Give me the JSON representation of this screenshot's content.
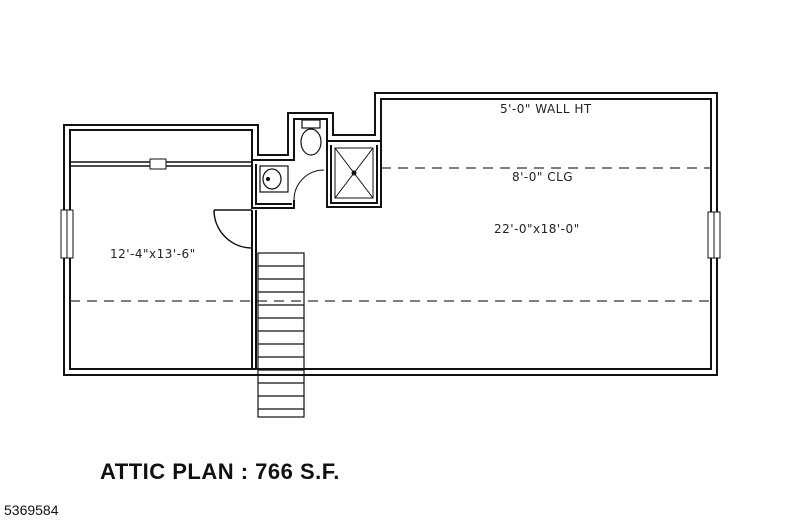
{
  "plan": {
    "caption": "ATTIC PLAN : 766 S.F.",
    "listing_id": "5369584",
    "labels": {
      "wall_height": "5'-0\" WALL HT",
      "ceiling": "8'-0\" CLG",
      "large_room": "22'-0\"x18'-0\"",
      "small_room": "12'-4\"x13'-6\""
    }
  }
}
